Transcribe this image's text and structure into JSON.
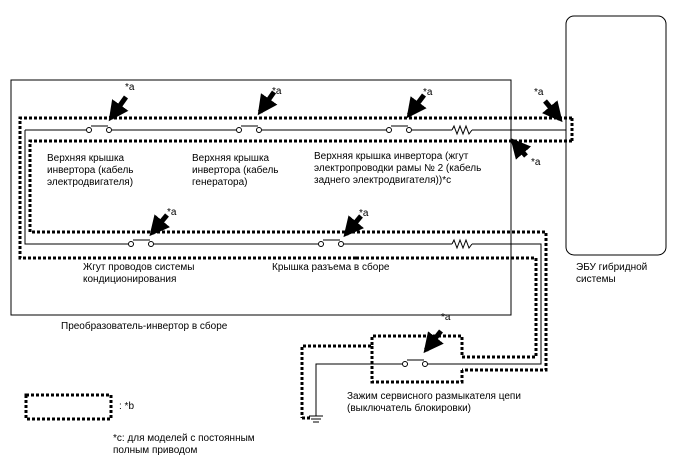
{
  "marker_a": "*a",
  "labels": {
    "inv_motor": [
      "Верхняя крышка",
      "инвертора (кабель",
      "электродвигателя)"
    ],
    "inv_gen": [
      "Верхняя крышка",
      "инвертора (кабель",
      "генератора)"
    ],
    "inv_rear": [
      "Верхняя крышка инвертора (жгут",
      "электропроводки рамы № 2 (кабель",
      "заднего электродвигателя))*c"
    ],
    "ac_harness": [
      "Жгут проводов системы",
      "кондиционирования"
    ],
    "connector_cover": "Крышка разъема в сборе",
    "inverter_assembly": "Преобразователь-инвертор в сборе",
    "hybrid_ecu": [
      "ЭБУ гибридной",
      "системы"
    ],
    "service_plug": [
      "Зажим сервисного размыкателя цепи",
      "(выключатель блокировки)"
    ]
  },
  "legend": {
    "b_text": ": *b",
    "c_note": [
      "*c: для моделей с постоянным",
      "полным приводом"
    ]
  }
}
